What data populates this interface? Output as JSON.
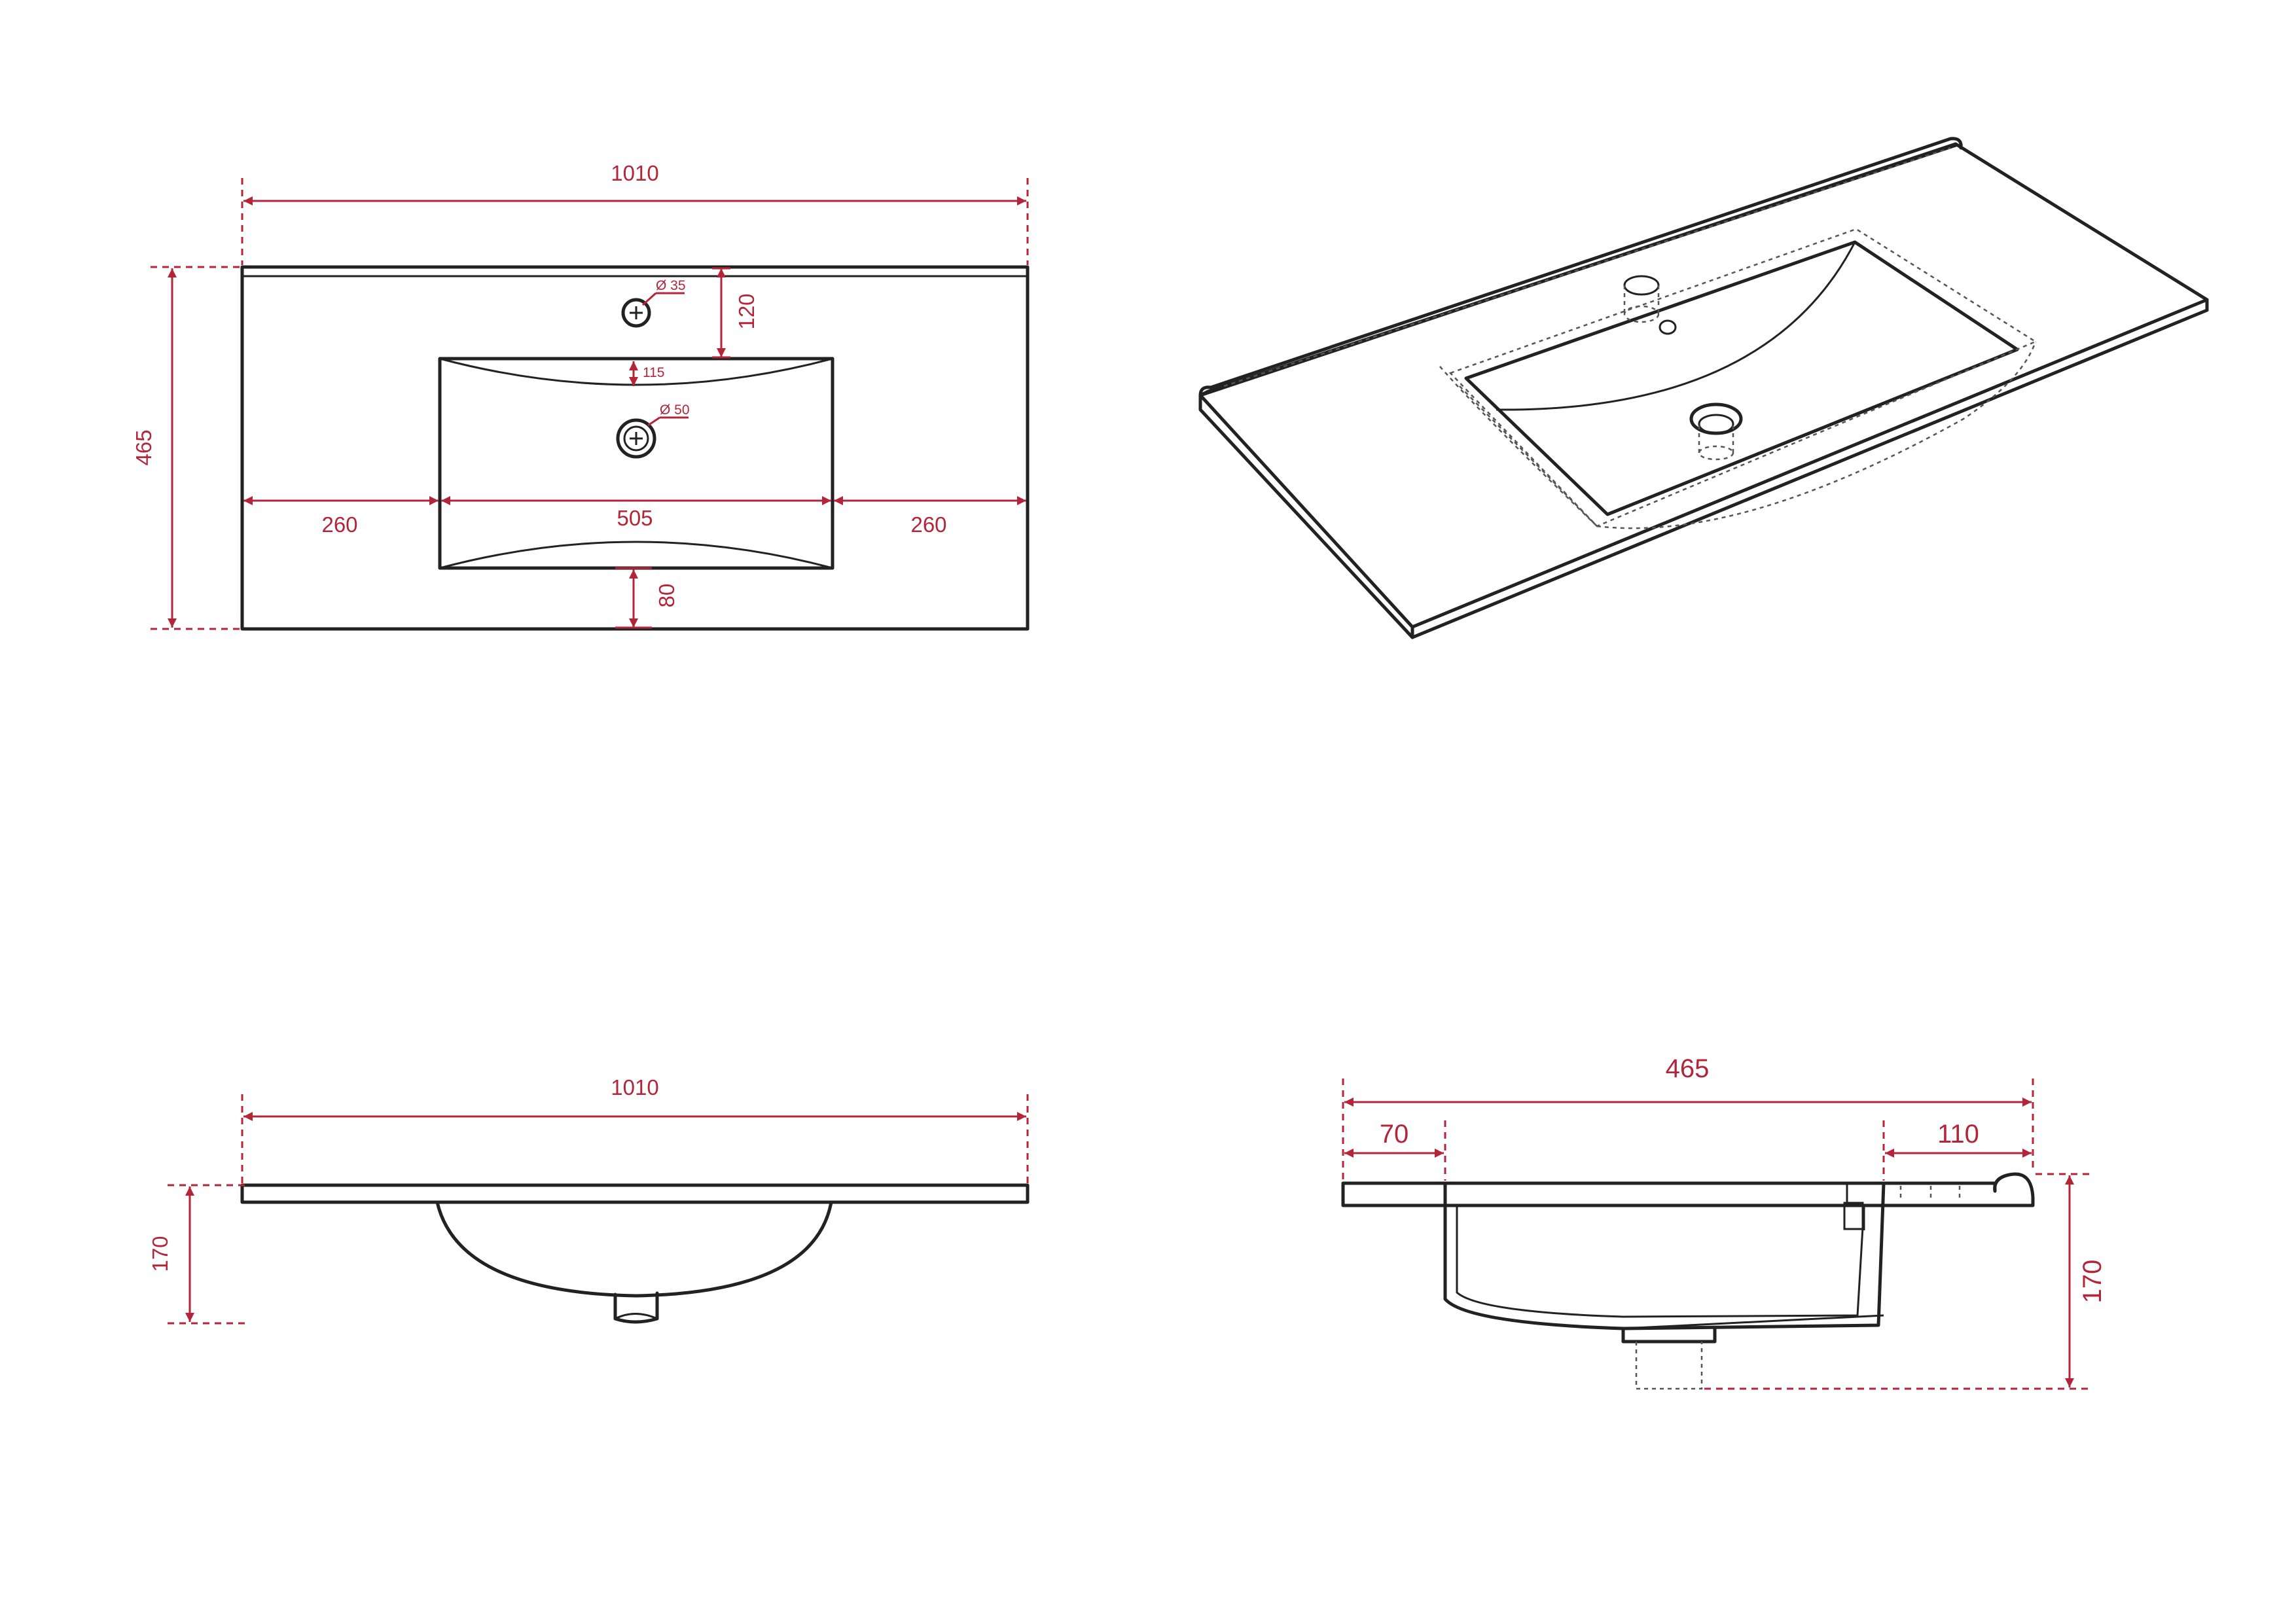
{
  "colors": {
    "outline": "#222222",
    "dimension": "#b3263a",
    "background": "#ffffff"
  },
  "top_view": {
    "overall_width": "1010",
    "overall_depth": "465",
    "tap_hole_diameter": "Ø 35",
    "drain_diameter": "Ø 50",
    "tap_offset_from_back": "120",
    "bowl_to_drain_offset": "115",
    "left_margin": "260",
    "bowl_width": "505",
    "right_margin": "260",
    "front_margin": "80"
  },
  "front_view": {
    "overall_width": "1010",
    "height": "170"
  },
  "side_view": {
    "overall_depth": "465",
    "front_rim": "70",
    "back_rim": "110",
    "height": "170"
  }
}
